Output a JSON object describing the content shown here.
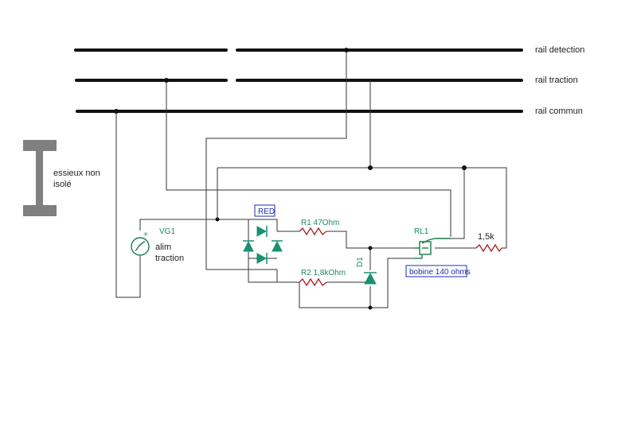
{
  "rails": {
    "detection": "rail detection",
    "traction": "rail traction",
    "commun": "rail commun"
  },
  "axle": {
    "label_line1": "essieux non",
    "label_line2": "isolé",
    "color": "#808080"
  },
  "generator": {
    "name": "VG1",
    "plus_sign": "+",
    "label_line1": "alim",
    "label_line2": "traction"
  },
  "bridge": {
    "name": "RED"
  },
  "resistors": {
    "r1": "R1 47Ohm",
    "r2": "R2 1,8kOhm",
    "r3": "1,5k"
  },
  "diode_d1": {
    "name": "D1"
  },
  "relay": {
    "name": "RL1",
    "coil_label": "bobine 140 ohms"
  },
  "colors": {
    "wire": "#333333",
    "component": "#1b7a4a",
    "resistor": "#a81c1c",
    "label_box": "#1d2bb0"
  }
}
